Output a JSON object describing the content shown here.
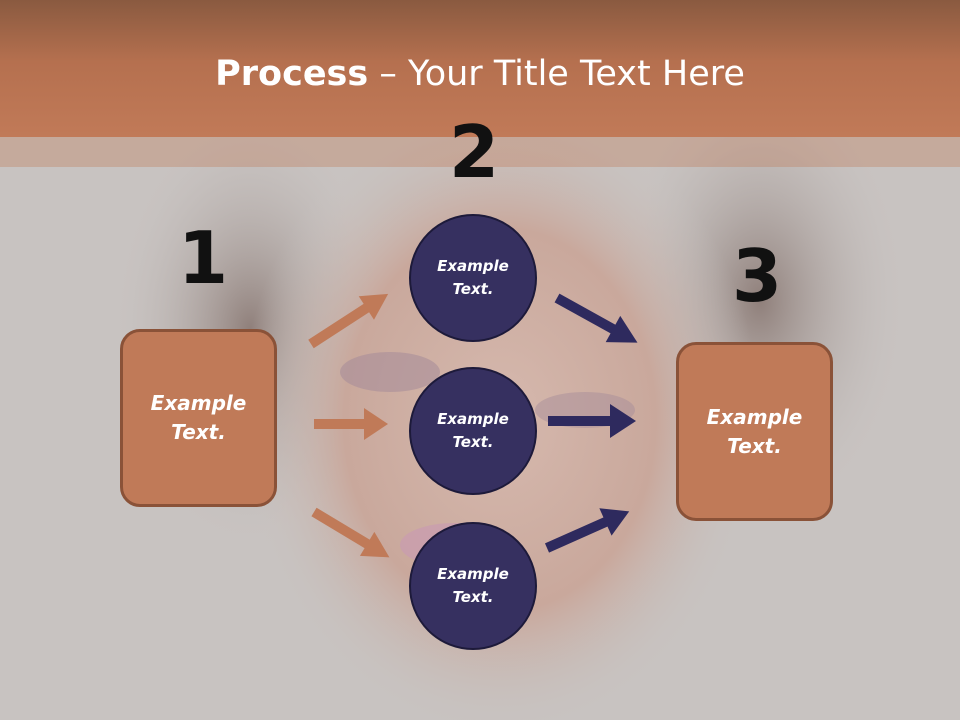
{
  "title": {
    "bold": "Process",
    "separator": " – ",
    "rest": "Your Title Text Here"
  },
  "steps": {
    "one": "1",
    "two": "2",
    "three": "3"
  },
  "left_box": {
    "text": "Example Text."
  },
  "right_box": {
    "text": "Example Text."
  },
  "circles": [
    {
      "text": "Example Text."
    },
    {
      "text": "Example Text."
    },
    {
      "text": "Example Text."
    }
  ],
  "colors": {
    "header": "#b5704f",
    "box": "#c07a58",
    "circle": "#363060",
    "left_arrow": "#c07a58",
    "right_arrow": "#2e2a5e"
  }
}
